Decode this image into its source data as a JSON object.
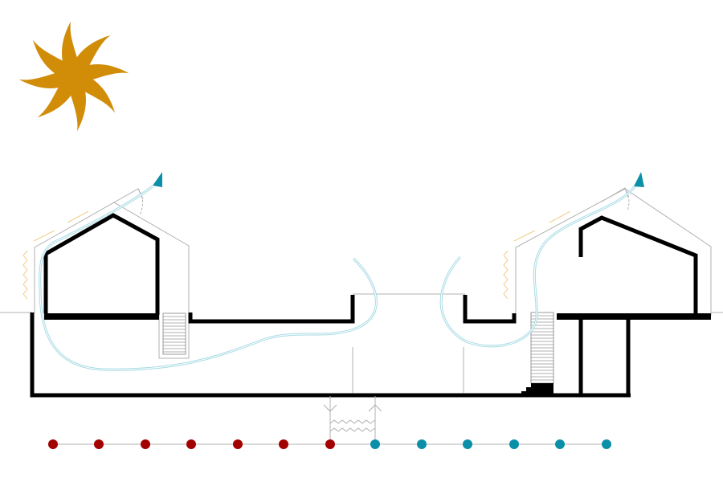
{
  "diagram": {
    "type": "ventilation-section",
    "logo_icon": "sun-icon",
    "colors": {
      "sun": "#d18c08",
      "airflow": "#a8dbe4",
      "arrow": "#0a8fa8",
      "warm_dot": "#a30000",
      "cool_dot": "#0a8fa8",
      "radiant": "#f2cf8c",
      "wall": "#000000",
      "outline": "#b0b0b0"
    },
    "temperature_scale": {
      "warm_count": 7,
      "cool_count": 6
    }
  }
}
